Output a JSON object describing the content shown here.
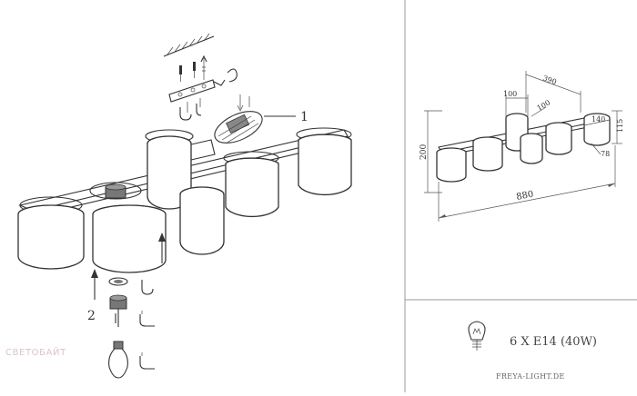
{
  "callouts": {
    "one": "1",
    "two": "2"
  },
  "dimensions": {
    "d390": "390",
    "d100_top": "100",
    "d100_side": "100",
    "d140": "140",
    "d115": "115",
    "d200": "200",
    "d78": "78",
    "d880": "880"
  },
  "spec": {
    "bulb": "6 X E14 (40W)"
  },
  "brand": {
    "site": "FREYA-LIGHT.DE"
  },
  "watermark": {
    "text": "СВЕТОБАЙТ"
  },
  "icons": [
    "bulb-icon",
    "ceiling-mount-icon",
    "screw-icon",
    "hook-icon"
  ]
}
